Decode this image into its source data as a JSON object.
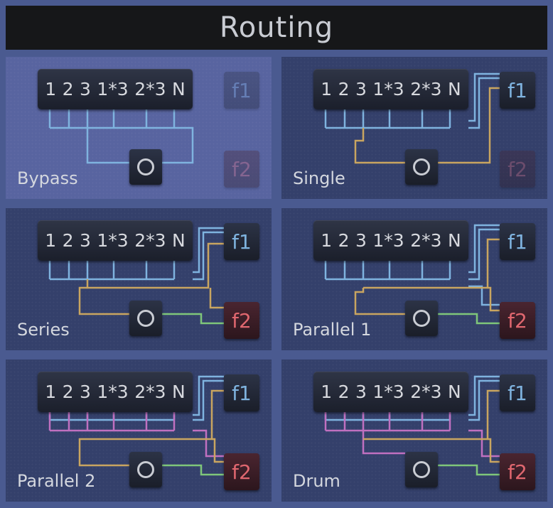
{
  "header": {
    "title": "Routing"
  },
  "inputs": [
    "1",
    "2",
    "3",
    "1*3",
    "2*3",
    "N"
  ],
  "f1_label": "f1",
  "f2_label": "f2",
  "colors": {
    "background": "#4a5a90",
    "panel": "#34406b",
    "panel_selected": "#5864a0",
    "wire_blue": "#7fb3df",
    "wire_yellow": "#c9a560",
    "wire_green": "#7fc67a",
    "wire_pink": "#c070c0"
  },
  "routes": [
    {
      "label": "Bypass",
      "selected": true,
      "f1_active": false,
      "f2_active": false
    },
    {
      "label": "Single",
      "selected": false,
      "f1_active": true,
      "f2_active": false
    },
    {
      "label": "Series",
      "selected": false,
      "f1_active": true,
      "f2_active": true
    },
    {
      "label": "Parallel 1",
      "selected": false,
      "f1_active": true,
      "f2_active": true
    },
    {
      "label": "Parallel 2",
      "selected": false,
      "f1_active": true,
      "f2_active": true
    },
    {
      "label": "Drum",
      "selected": false,
      "f1_active": true,
      "f2_active": true
    }
  ]
}
